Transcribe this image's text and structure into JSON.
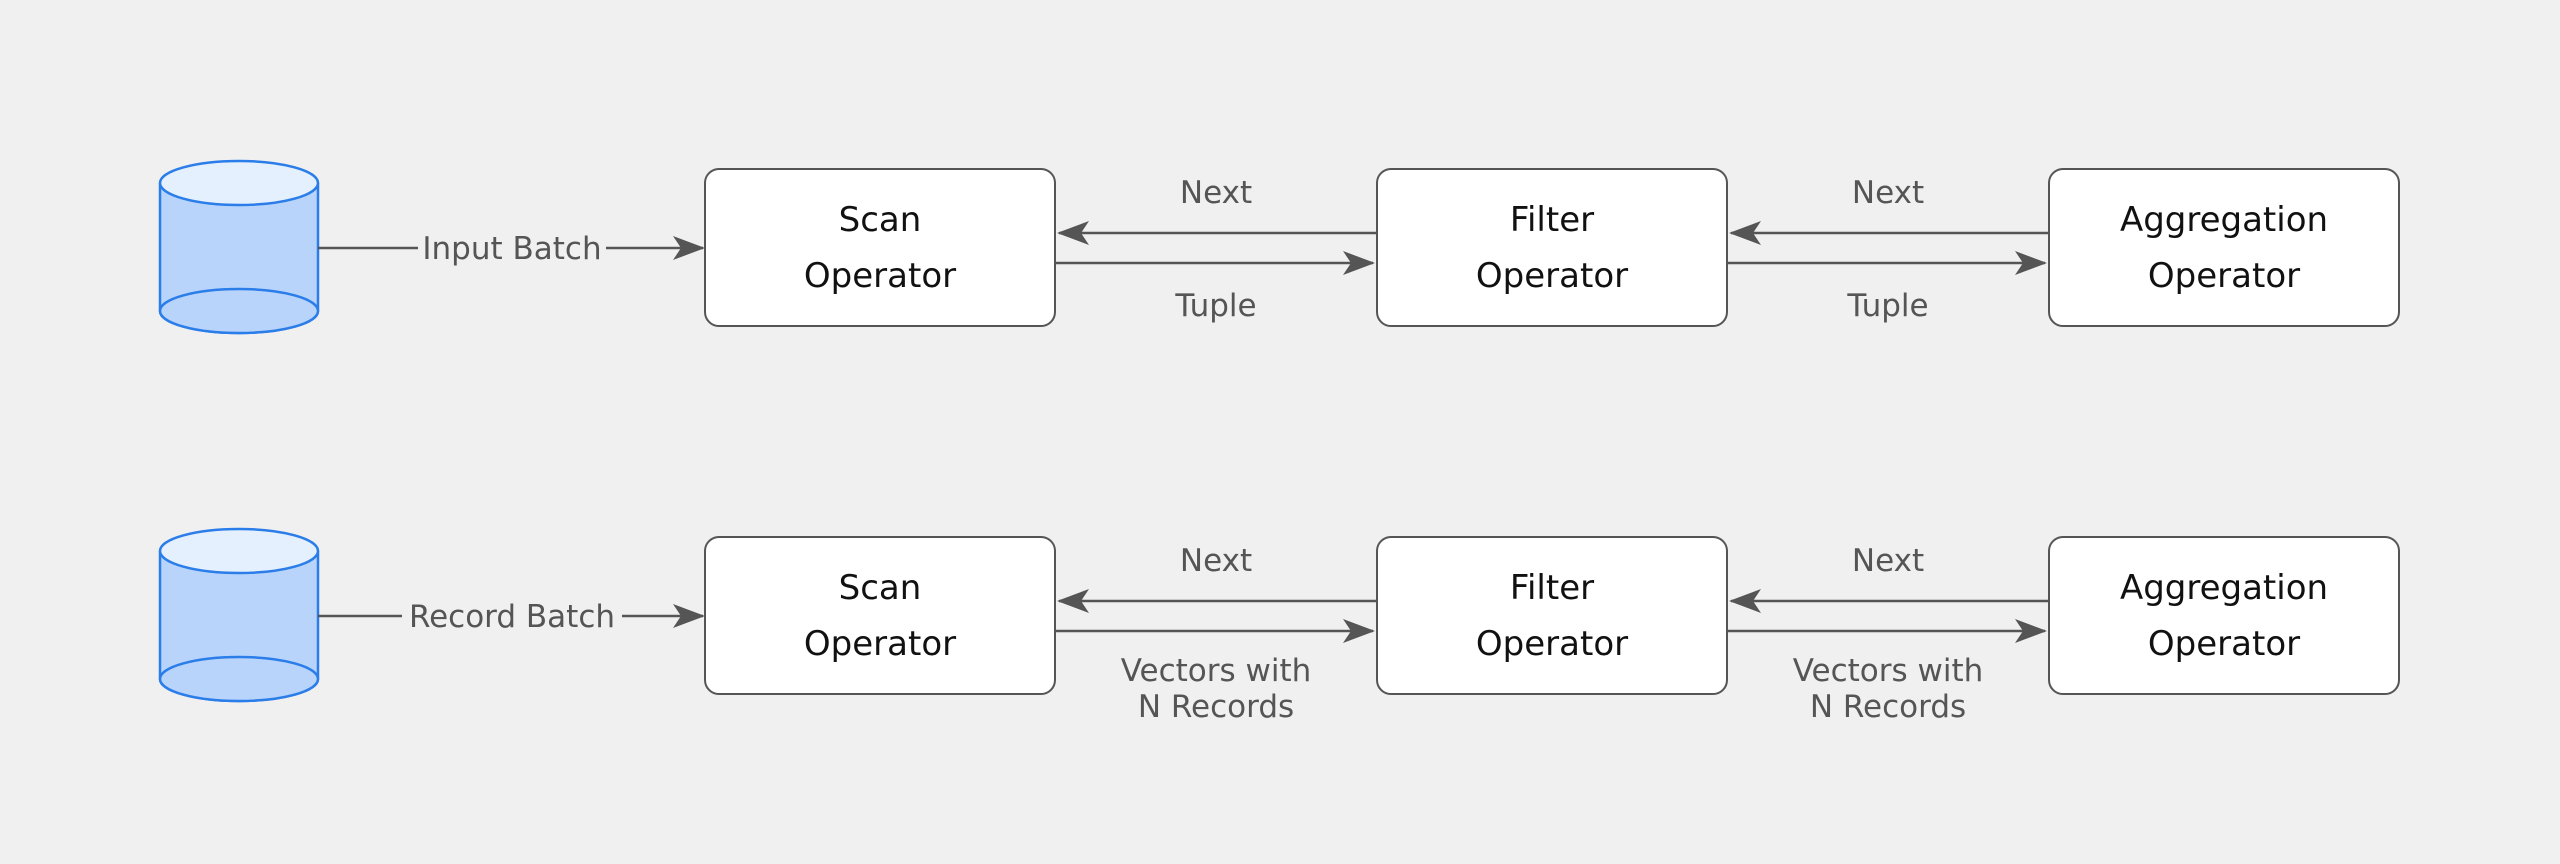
{
  "colors": {
    "background": "#f0f0f0",
    "box_fill": "#ffffff",
    "box_stroke": "#555555",
    "arrow": "#555555",
    "db_fill": "#b8d4fb",
    "db_top": "#e4f0fd",
    "db_stroke": "#2b7de9"
  },
  "rows": [
    {
      "source_label": "Input Batch",
      "operators": [
        {
          "line1": "Scan",
          "line2": "Operator"
        },
        {
          "line1": "Filter",
          "line2": "Operator"
        },
        {
          "line1": "Aggregation",
          "line2": "Operator"
        }
      ],
      "links": [
        {
          "upper": "Next",
          "lower1": "Tuple",
          "lower2": ""
        },
        {
          "upper": "Next",
          "lower1": "Tuple",
          "lower2": ""
        }
      ]
    },
    {
      "source_label": "Record Batch",
      "operators": [
        {
          "line1": "Scan",
          "line2": "Operator"
        },
        {
          "line1": "Filter",
          "line2": "Operator"
        },
        {
          "line1": "Aggregation",
          "line2": "Operator"
        }
      ],
      "links": [
        {
          "upper": "Next",
          "lower1": "Vectors with",
          "lower2": "N Records"
        },
        {
          "upper": "Next",
          "lower1": "Vectors with",
          "lower2": "N Records"
        }
      ]
    }
  ]
}
